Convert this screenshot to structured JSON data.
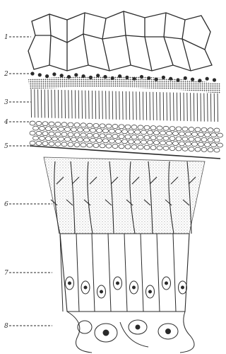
{
  "figure": {
    "labels": [
      "1",
      "2",
      "3",
      "4",
      "5",
      "6",
      "7",
      "8"
    ]
  },
  "colors": {
    "ink": "#2a2a2a",
    "stipple": "#cfcfcf",
    "paper": "#ffffff"
  }
}
